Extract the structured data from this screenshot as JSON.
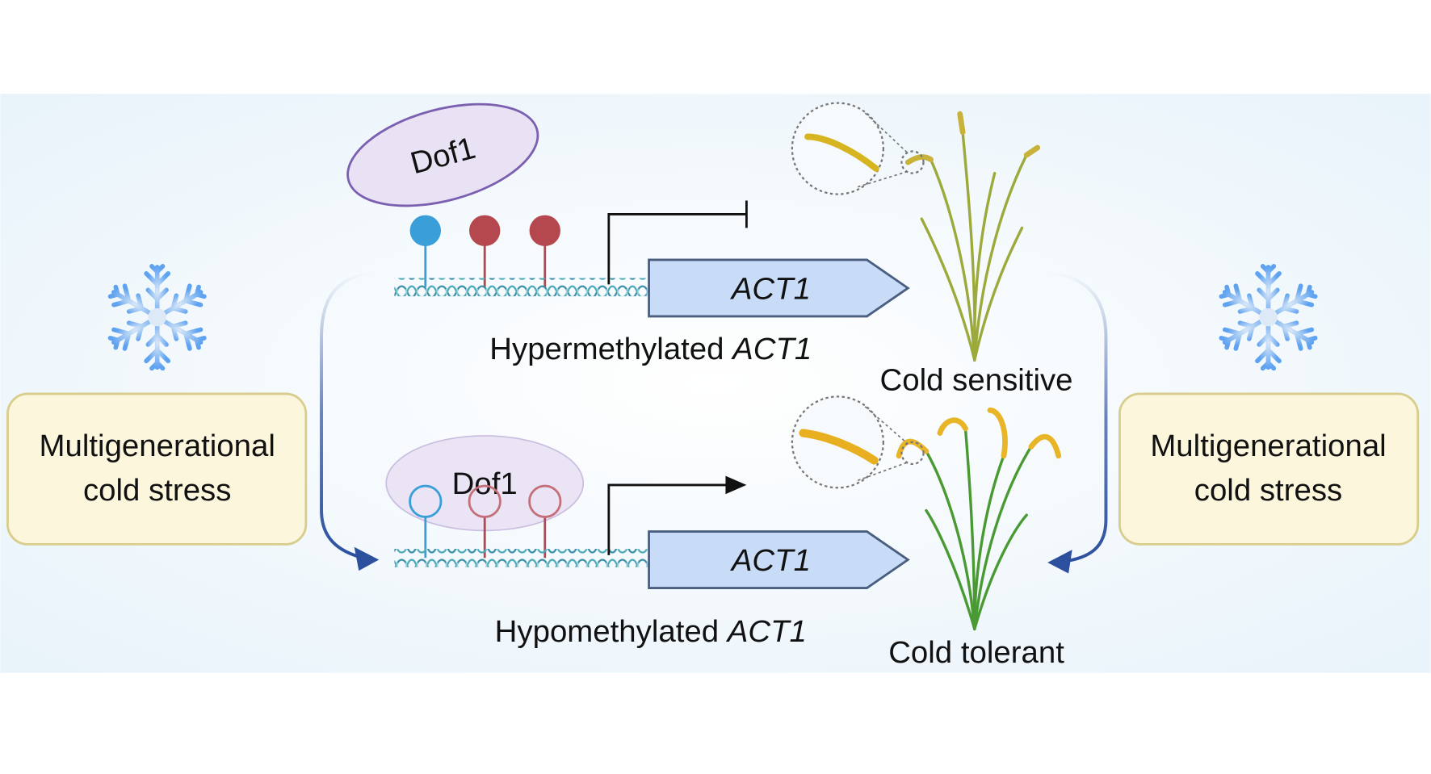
{
  "left_box": {
    "line1": "Multigenerational",
    "line2": "cold stress"
  },
  "right_box": {
    "line1": "Multigenerational",
    "line2": "cold stress"
  },
  "top": {
    "protein": "Dof1",
    "gene": "ACT1",
    "label_prefix": "Hypermethylated ",
    "label_gene": "ACT1",
    "phenotype": "Cold sensitive"
  },
  "bottom": {
    "protein": "Dof1",
    "gene": "ACT1",
    "label_prefix": "Hypomethylated ",
    "label_gene": "ACT1",
    "phenotype": "Cold tolerant"
  },
  "colors": {
    "panel": "#eef6fb",
    "box_fill": "#fcf7dc",
    "box_stroke": "#d8cd8c",
    "methyl_blue": "#3a9fd8",
    "methyl_red": "#b5484f",
    "gene_fill": "#c9dcf7",
    "arrow_blue": "#2c4f9e"
  },
  "icons": [
    "snowflake-icon",
    "snowflake-icon",
    "rice-plant-icon",
    "rice-plant-icon",
    "magnifier-icon",
    "magnifier-icon"
  ]
}
